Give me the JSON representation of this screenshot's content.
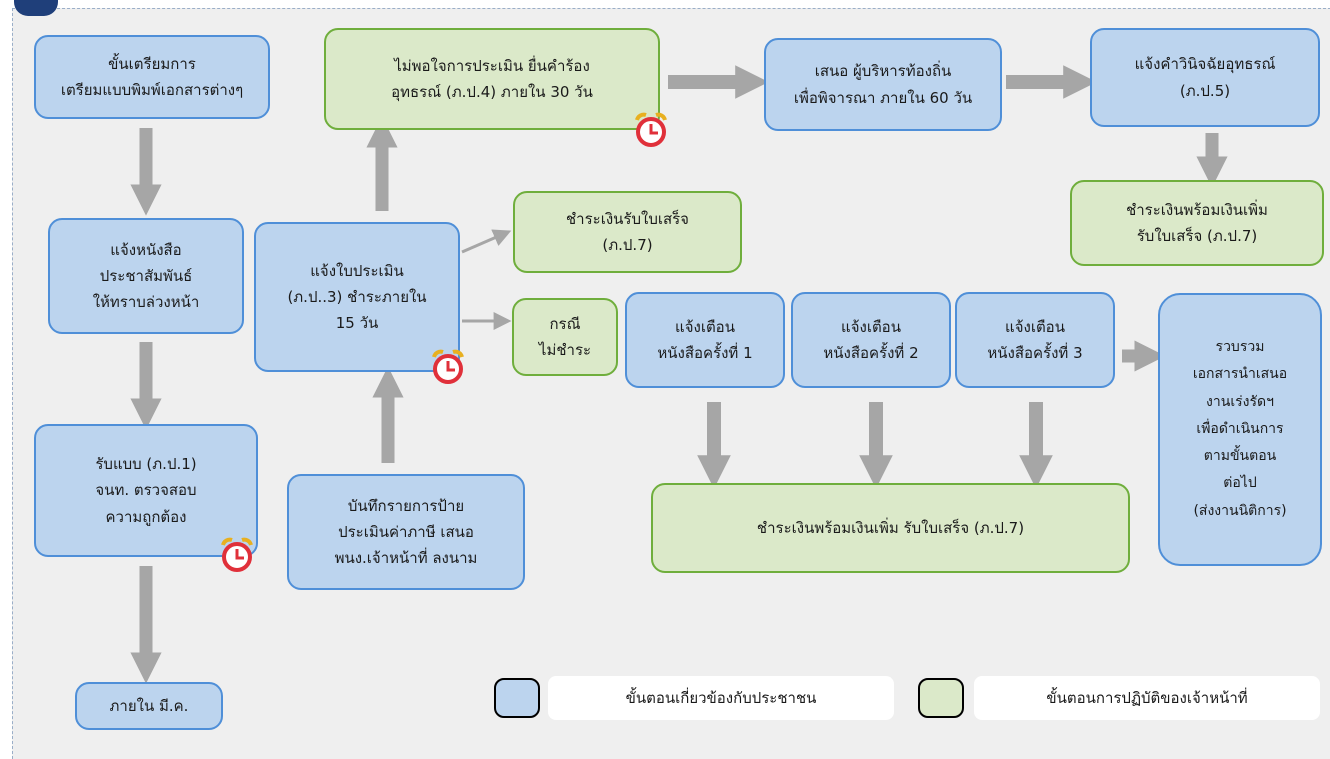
{
  "nodes": {
    "prepare": "ขั้นเตรียมการ\nเตรียมแบบพิมพ์เอกสารต่างๆ",
    "notify_letter": "แจ้งหนังสือ\nประชาสัมพันธ์\nให้ทราบล่วงหน้า",
    "receive_form": "รับแบบ (ภ.ป.1)\nจนท. ตรวจสอบ\nความถูกต้อง",
    "within_march": "ภายใน มี.ค.",
    "record_list": "บันทึกรายการป้าย\nประเมินค่าภาษี เสนอ\nพนง.เจ้าหน้าที่ ลงนาม",
    "assessment_notice": "แจ้งใบประเมิน\n(ภ.ป..3) ชำระภายใน\n15 วัน",
    "appeal": "ไม่พอใจการประเมิน ยื่นคำร้อง\nอุทธรณ์ (ภ.ป.4) ภายใน 30 วัน",
    "pay_receipt": "ชำระเงินรับใบเสร็จ\n(ภ.ป.7)",
    "not_paid": "กรณี\nไม่ชำระ",
    "propose_exec": "เสนอ ผู้บริหารท้องถิ่น\nเพื่อพิจารณา ภายใน 60 วัน",
    "appeal_decision": "แจ้งคำวินิจฉัยอุทธรณ์\n(ภ.ป.5)",
    "pay_surcharge_top": "ชำระเงินพร้อมเงินเพิ่ม\nรับใบเสร็จ (ภ.ป.7)",
    "warn1": "แจ้งเตือน\nหนังสือครั้งที่ 1",
    "warn2": "แจ้งเตือน\nหนังสือครั้งที่ 2",
    "warn3": "แจ้งเตือน\nหนังสือครั้งที่ 3",
    "pay_surcharge_bottom": "ชำระเงินพร้อมเงินเพิ่ม รับใบเสร็จ (ภ.ป.7)",
    "collect_docs": "รวบรวม\nเอกสารนำเสนอ\nงานเร่งรัดฯ\nเพื่อดำเนินการ\nตามขั้นตอน\nต่อไป\n(ส่งงานนิติการ)"
  },
  "legend": {
    "citizen_label": "ขั้นตอนเกี่ยวข้องกับประชาชน",
    "officer_label": "ขั้นตอนการปฏิบัติของเจ้าหน้าที่"
  },
  "colors": {
    "citizen_fill": "#bcd4ee",
    "citizen_border": "#4f8fd8",
    "officer_fill": "#dbe9c9",
    "officer_border": "#6fae3c",
    "arrow": "#a6a6a6",
    "alarm": "#e0303a"
  },
  "icons": {
    "deadline": "alarm-clock-icon"
  }
}
